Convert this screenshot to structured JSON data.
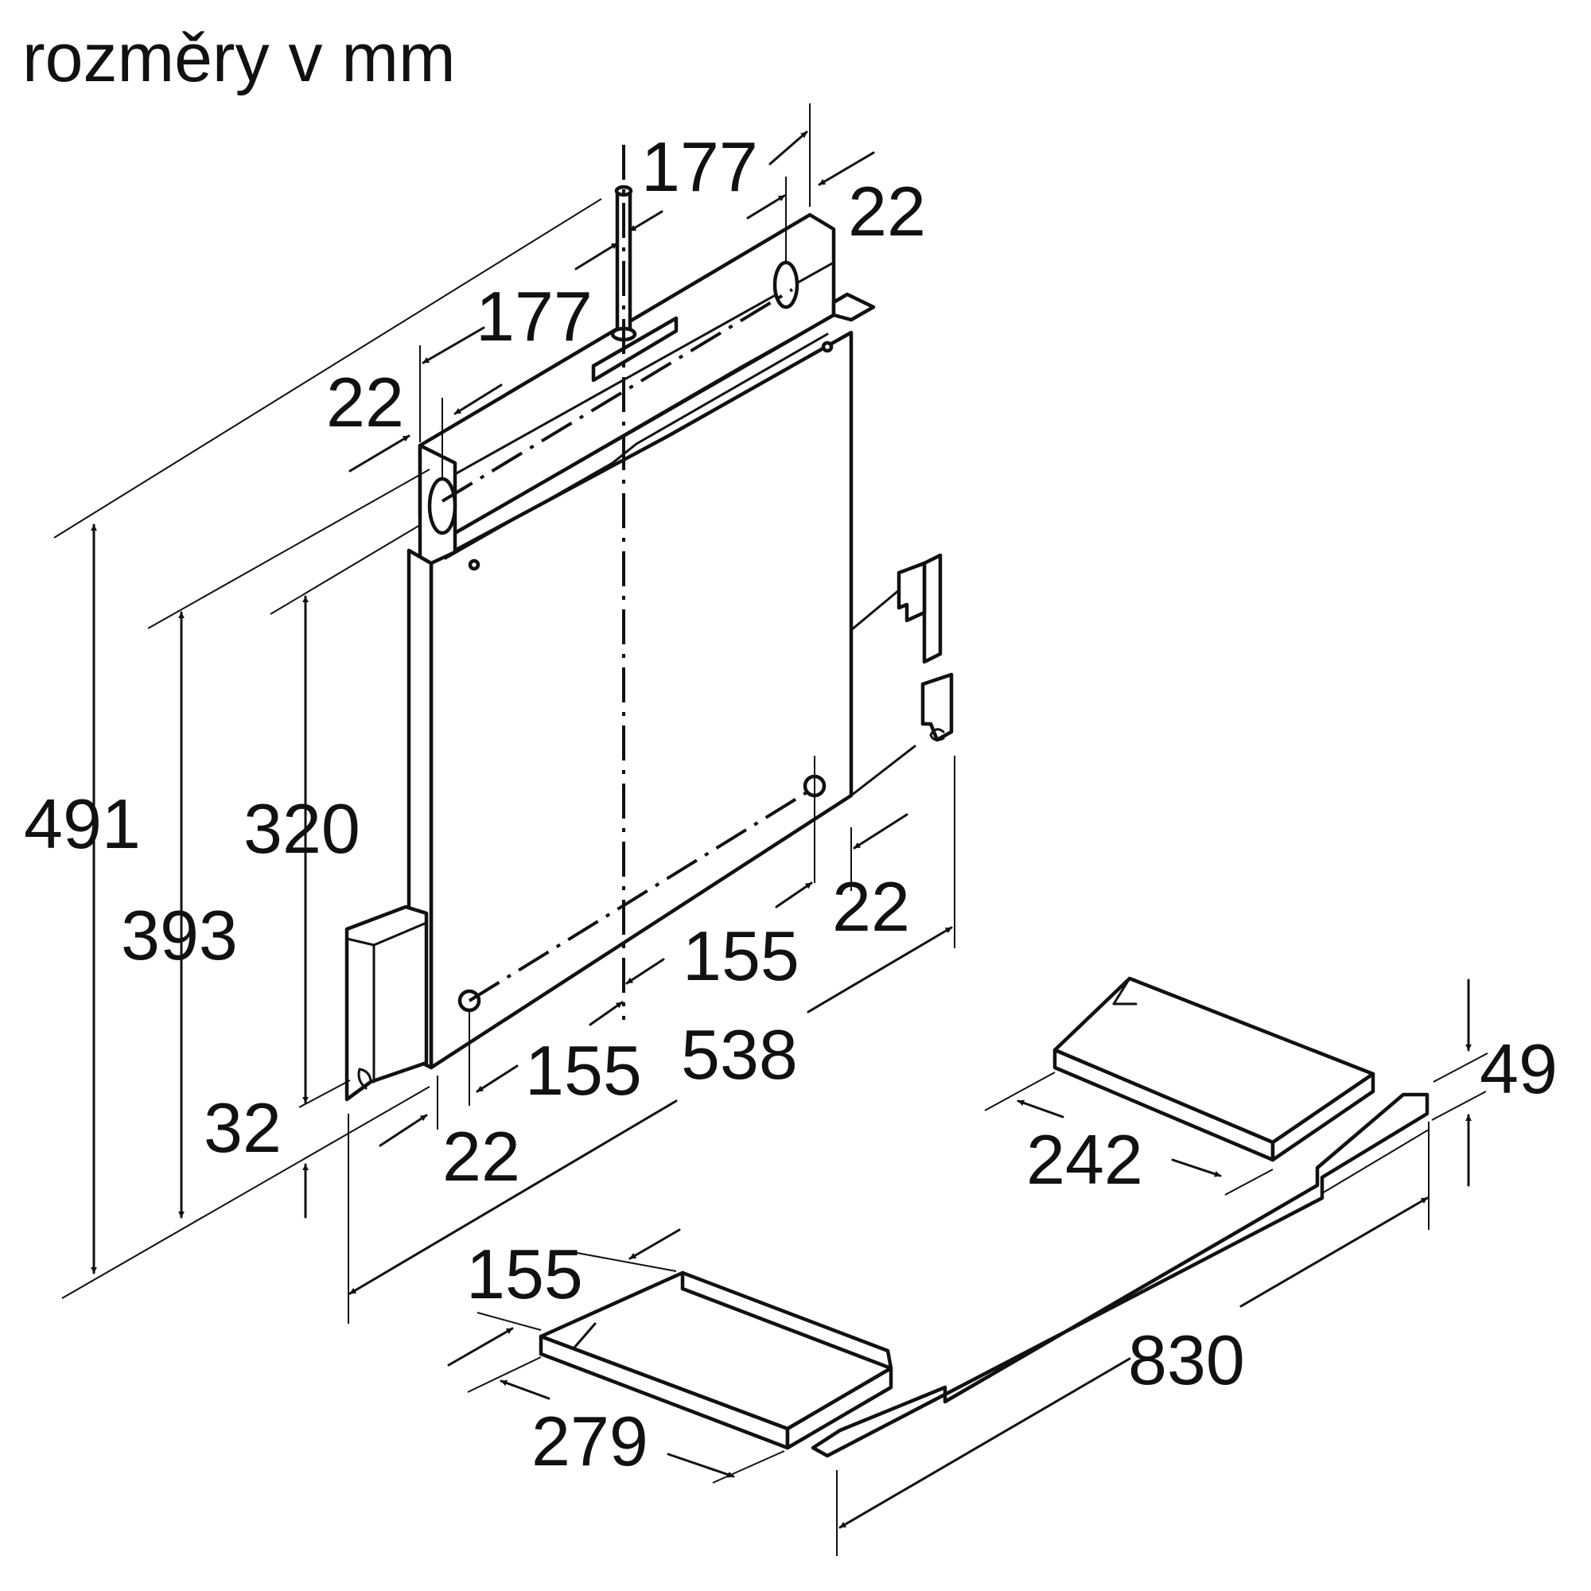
{
  "title": "rozměry v mm",
  "dimensions": {
    "d491": "491",
    "d393": "393",
    "d320": "320",
    "d32": "32",
    "d22_left_top": "22",
    "d22_right_top": "22",
    "d22_right_bottom": "22",
    "d22_left_bottom": "22",
    "d177_top": "177",
    "d177_left": "177",
    "d155_upper": "155",
    "d155_lower": "155",
    "d538": "538",
    "d155_panel": "155",
    "d279": "279",
    "d242": "242",
    "d49": "49",
    "d830": "830"
  },
  "colors": {
    "line": "#111111",
    "background": "#ffffff"
  }
}
